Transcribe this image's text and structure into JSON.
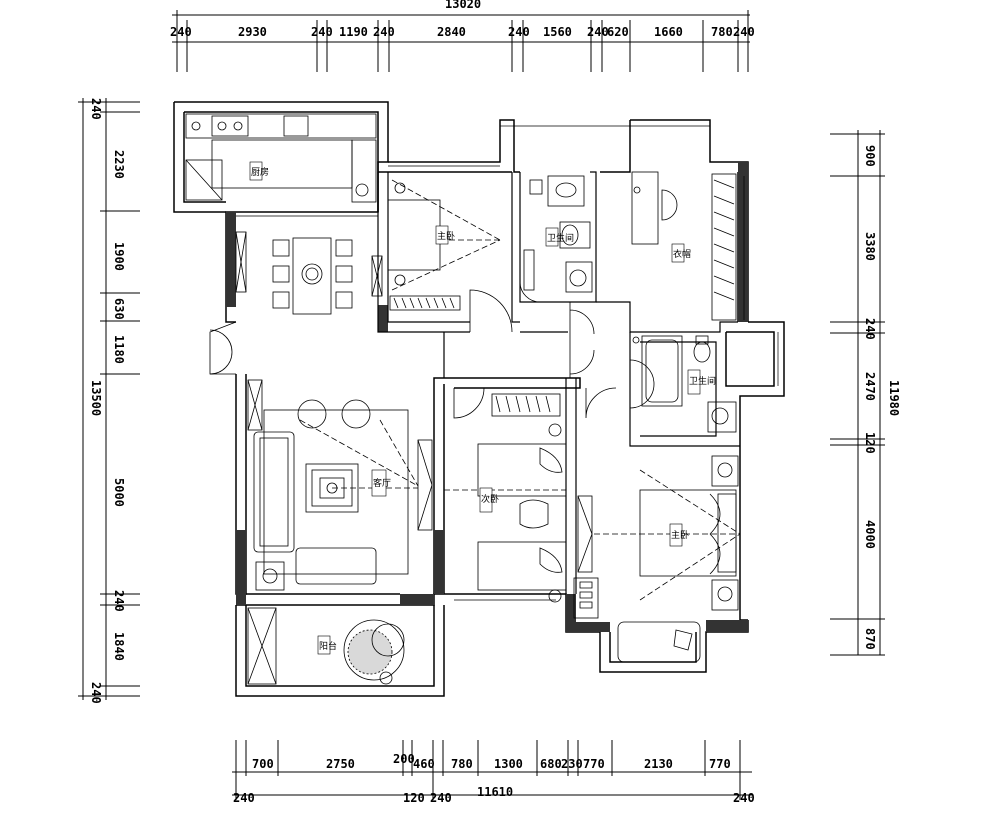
{
  "dimensions": {
    "top_total": "13020",
    "top": [
      "240",
      "2930",
      "240",
      "1190",
      "240",
      "2840",
      "240",
      "1560",
      "240",
      "620",
      "1660",
      "780",
      "240"
    ],
    "bottom": [
      "700",
      "2750",
      "200",
      "460",
      "780",
      "1300",
      "680",
      "230",
      "770",
      "2130",
      "770"
    ],
    "bottom_total": "11610",
    "bottom_edge": [
      "240",
      "120",
      "240",
      "240"
    ],
    "left": [
      "240",
      "2230",
      "1900",
      "630",
      "1180",
      "5000",
      "240",
      "1840",
      "240"
    ],
    "left_total": "13500",
    "right": [
      "900",
      "3380",
      "240",
      "2470",
      "120",
      "4000",
      "870"
    ],
    "right_total": "11980"
  },
  "rooms": {
    "kitchen": "厨房",
    "master_bedroom": "主卧",
    "bathroom_1": "卫生间",
    "bathroom_2": "卫生间",
    "living_room": "客厅",
    "bedroom_2": "次卧",
    "bedroom_3": "主卧",
    "balcony": "阳台",
    "cloakroom": "衣帽"
  }
}
